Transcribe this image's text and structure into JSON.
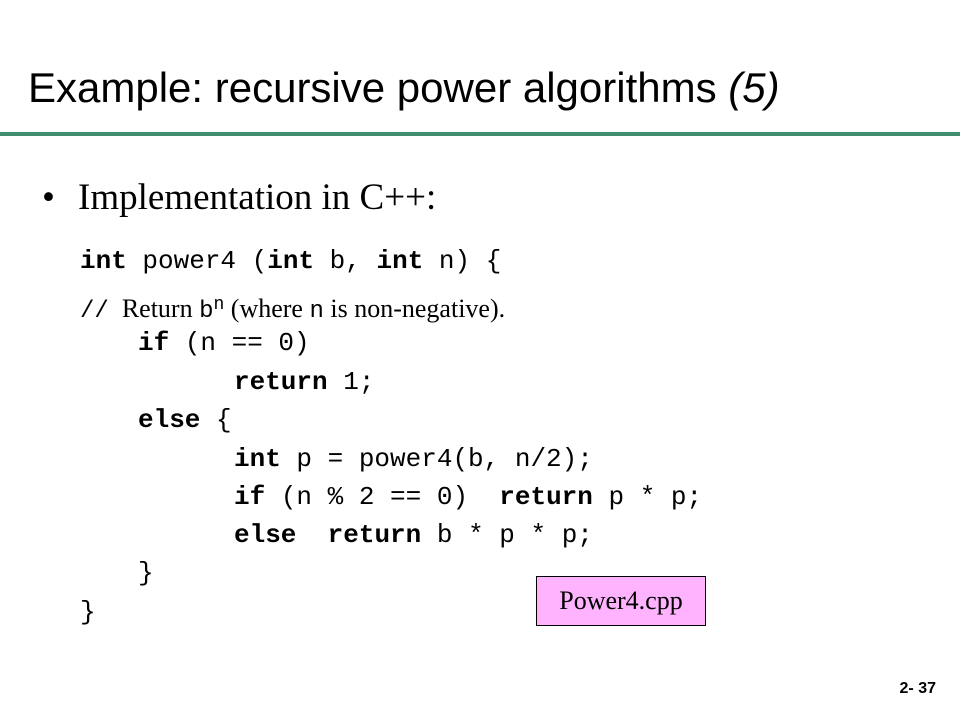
{
  "slide": {
    "title_main": "Example: recursive power algorithms ",
    "title_num": "(5)",
    "bullet_symbol": "•",
    "bullet_text": "Implementation in C++:",
    "code": {
      "l1_kw1": "int",
      "l1_a": " power4 (",
      "l1_kw2": "int",
      "l1_b": " b, ",
      "l1_kw3": "int",
      "l1_c": " n) {",
      "comment_slashes": "//",
      "comment_a": "  Return ",
      "comment_b": "b",
      "comment_sup": "n",
      "comment_c": " (where ",
      "comment_d": "n",
      "comment_e": " is non-negative).",
      "l3_kw": "if",
      "l3_rest": " (n == 0)",
      "l4_kw": "return",
      "l4_rest": " 1;",
      "l5_kw": "else",
      "l5_rest": " {",
      "l6_kw": "int",
      "l6_rest": " p = power4(b, n/2);",
      "l7_kw1": "if",
      "l7_a": " (n % 2 == 0)  ",
      "l7_kw2": "return",
      "l7_b": " p * p;",
      "l8_kw1": "else",
      "l8_a": "  ",
      "l8_kw2": "return",
      "l8_b": " b * p * p;",
      "l9": "}",
      "l10": "}"
    },
    "file_label": "Power4.cpp",
    "page_number": "2- 37"
  }
}
